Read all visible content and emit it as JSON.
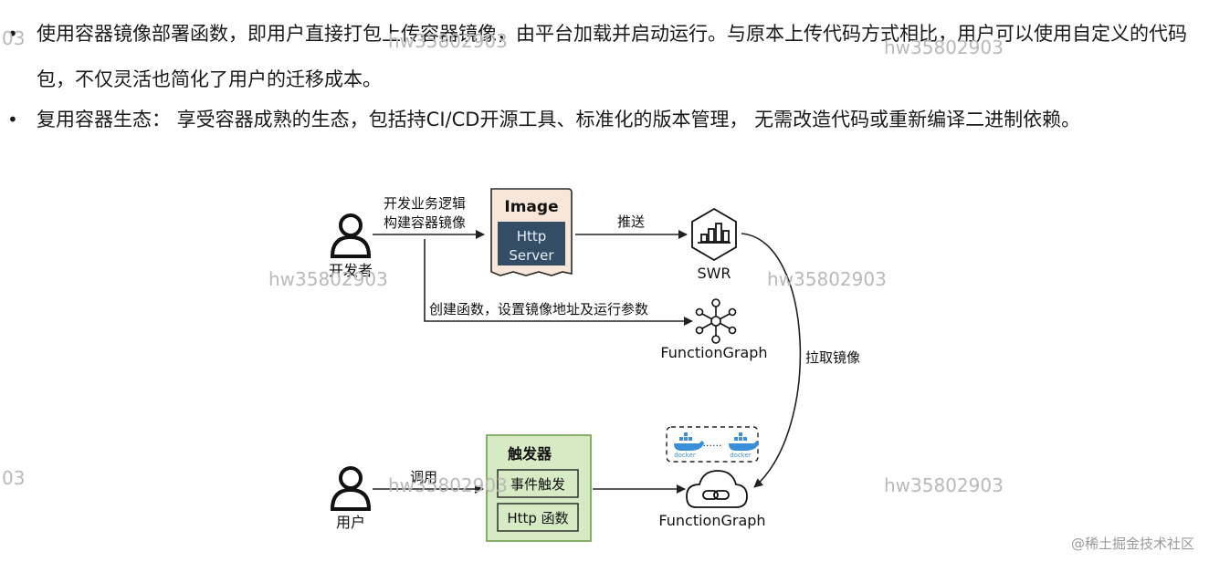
{
  "bullets": [
    "使用容器镜像部署函数，即用户直接打包上传容器镜像，由平台加载并启动运行。与原本上传代码方式相比，用户可以使用自定义的代码包，不仅灵活也简化了用户的迁移成本。",
    "复用容器生态： 享受容器成熟的生态，包括持CI/CD开源工具、标准化的版本管理， 无需改造代码或重新编译二进制依赖。"
  ],
  "diagram": {
    "developer_label": "开发者",
    "user_label": "用户",
    "build_label_1": "开发业务逻辑",
    "build_label_2": "构建容器镜像",
    "image_box": {
      "title": "Image",
      "inner_1": "Http",
      "inner_2": "Server"
    },
    "push_label": "推送",
    "swr_label": "SWR",
    "create_label": "创建函数，设置镜像地址及运行参数",
    "functiongraph_label": "FunctionGraph",
    "pull_label": "拉取镜像",
    "invoke_label": "调用",
    "trigger_box": {
      "title": "触发器",
      "item_1": "事件触发",
      "item_2": "Http 函数"
    },
    "functiongraph_label_2": "FunctionGraph",
    "docker_label_1": "docker",
    "docker_label_2": "docker",
    "docker_ellipsis": "......"
  },
  "watermarks": [
    "hw35802903",
    "hw35802903",
    "hw35802903",
    "hw35802903",
    "hw35802903",
    "hw35802903",
    "03",
    "03"
  ],
  "footer": "@稀土掘金技术社区",
  "colors": {
    "image_box_fill": "#f8e6d8",
    "image_inner_fill": "#334d66",
    "trigger_box_fill": "#d6ebc4",
    "trigger_box_stroke": "#6c9e4a",
    "line": "#222222"
  }
}
